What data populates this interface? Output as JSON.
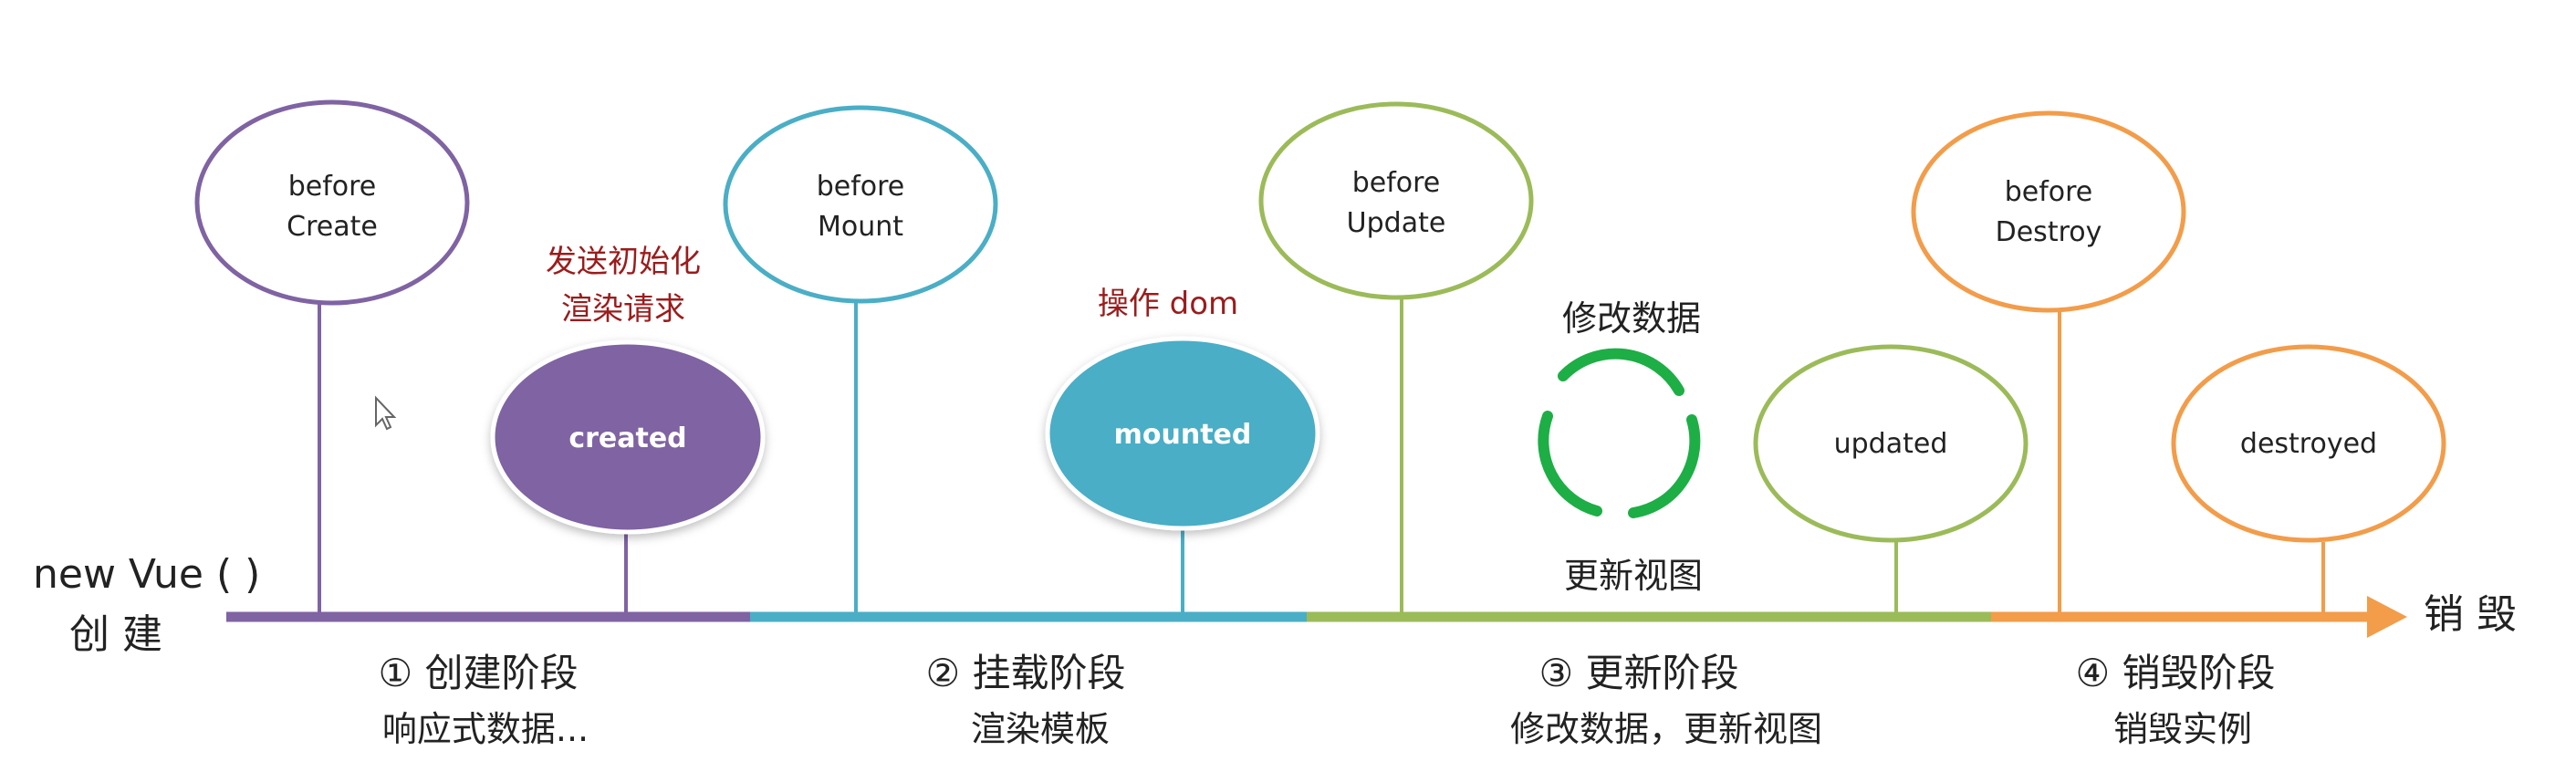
{
  "colors": {
    "create": "#7f63a3",
    "mount": "#4aaec6",
    "update": "#9bbb59",
    "destroy": "#f39c49",
    "arrow_green": "#1eae46",
    "note_red": "#9b1c1c"
  },
  "start": {
    "line1": "new Vue ( )",
    "line2": "创 建"
  },
  "end": {
    "label": "销 毁"
  },
  "hooks": {
    "beforeCreate": {
      "line1": "before",
      "line2": "Create"
    },
    "created": {
      "label": "created"
    },
    "beforeMount": {
      "line1": "before",
      "line2": "Mount"
    },
    "mounted": {
      "label": "mounted"
    },
    "beforeUpdate": {
      "line1": "before",
      "line2": "Update"
    },
    "updated": {
      "label": "updated"
    },
    "beforeDestroy": {
      "line1": "before",
      "line2": "Destroy"
    },
    "destroyed": {
      "label": "destroyed"
    }
  },
  "notes": {
    "created_line1": "发送初始化",
    "created_line2": "渲染请求",
    "mounted": "操作 dom",
    "cycle_top": "修改数据",
    "cycle_bottom": "更新视图"
  },
  "stages": [
    {
      "title": "① 创建阶段",
      "subtitle": "响应式数据..."
    },
    {
      "title": "② 挂载阶段",
      "subtitle": "渲染模板"
    },
    {
      "title": "③ 更新阶段",
      "subtitle": "修改数据，更新视图"
    },
    {
      "title": "④ 销毁阶段",
      "subtitle": "销毁实例"
    }
  ]
}
